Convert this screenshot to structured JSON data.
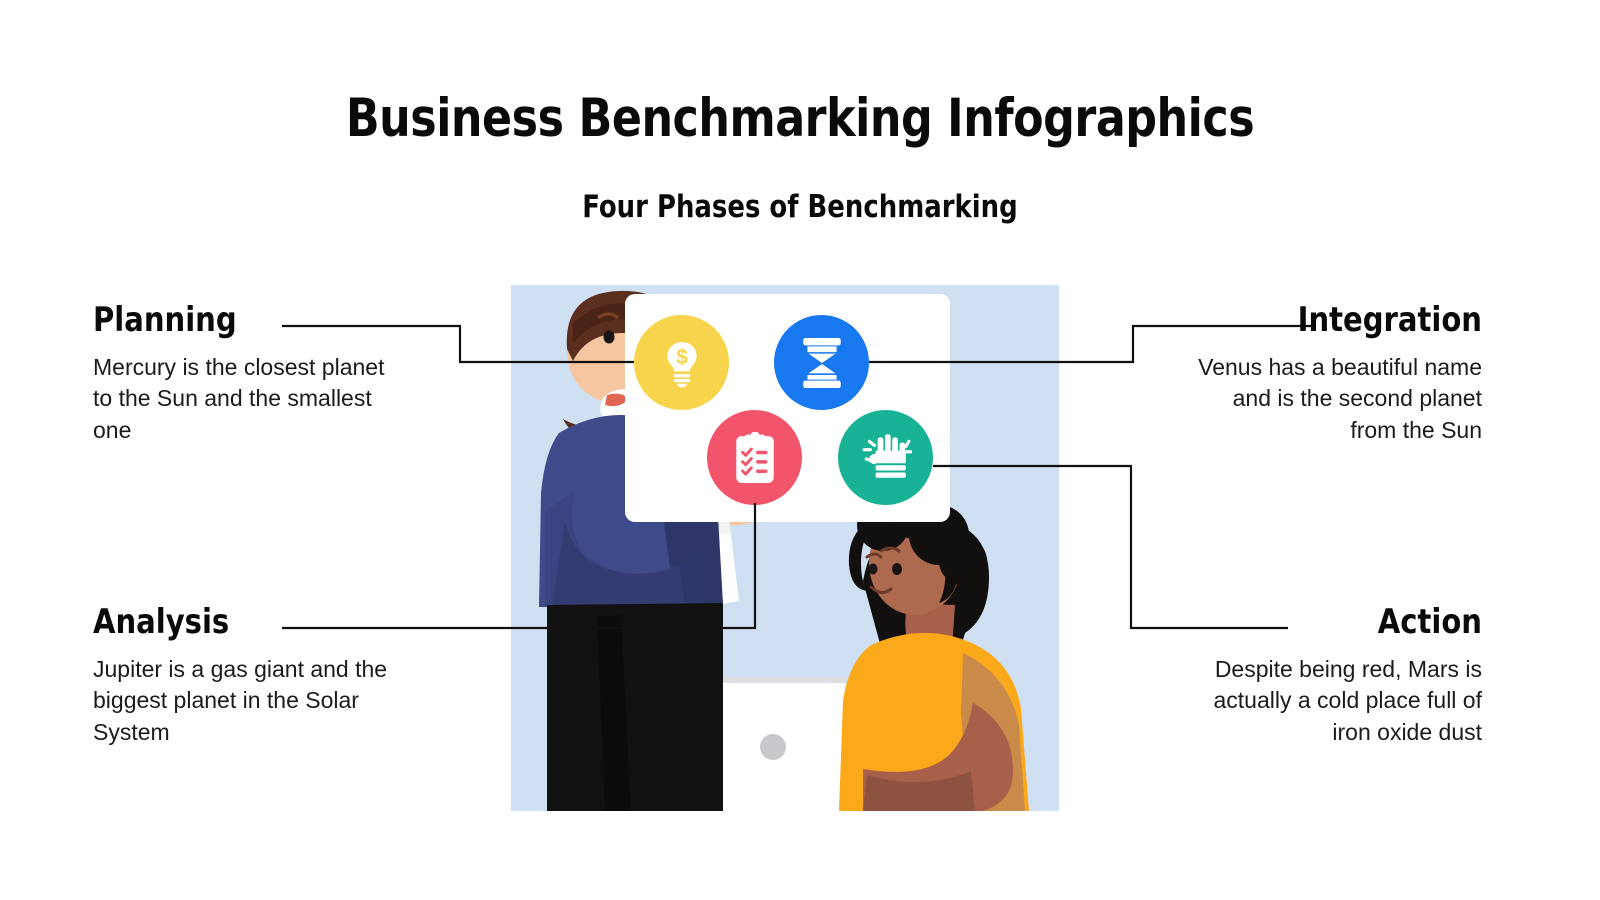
{
  "header": {
    "title": "Business Benchmarking Infographics",
    "subtitle": "Four Phases of Benchmarking"
  },
  "theme": {
    "background": "#ffffff",
    "panel_background": "#cfe0f2",
    "card_background": "#ffffff",
    "text_color": "#0a0a0a",
    "line_color": "#111111"
  },
  "phases": [
    {
      "id": "planning",
      "side": "left",
      "label": "Planning",
      "body": "Mercury is the closest planet to the Sun and the smallest one",
      "icon": "lightbulb-dollar-icon",
      "color": "#F7D44C"
    },
    {
      "id": "integration",
      "side": "right",
      "label": "Integration",
      "body": "Venus has a beautiful name and is the second planet from the Sun",
      "icon": "hourglass-icon",
      "color": "#1878EF"
    },
    {
      "id": "analysis",
      "side": "left",
      "label": "Analysis",
      "body": "Jupiter is a gas giant and the biggest planet in the Solar System",
      "icon": "clipboard-checklist-icon",
      "color": "#F2546B"
    },
    {
      "id": "action",
      "side": "right",
      "label": "Action",
      "body": "Despite being red, Mars is actually a cold place full of iron oxide dust",
      "icon": "raised-fist-icon",
      "color": "#18B396"
    }
  ],
  "illustration": {
    "name": "two-people-discussing-illustration",
    "characters": [
      {
        "name": "bearded-man-pointing",
        "shirt_color": "#3E4A8A",
        "hair_color": "#5A2F1E"
      },
      {
        "name": "person-orange-shirt",
        "shirt_color": "#FBA81B",
        "hair_color": "#100D0D"
      }
    ],
    "objects": [
      "laptop",
      "paper-sheet"
    ]
  }
}
